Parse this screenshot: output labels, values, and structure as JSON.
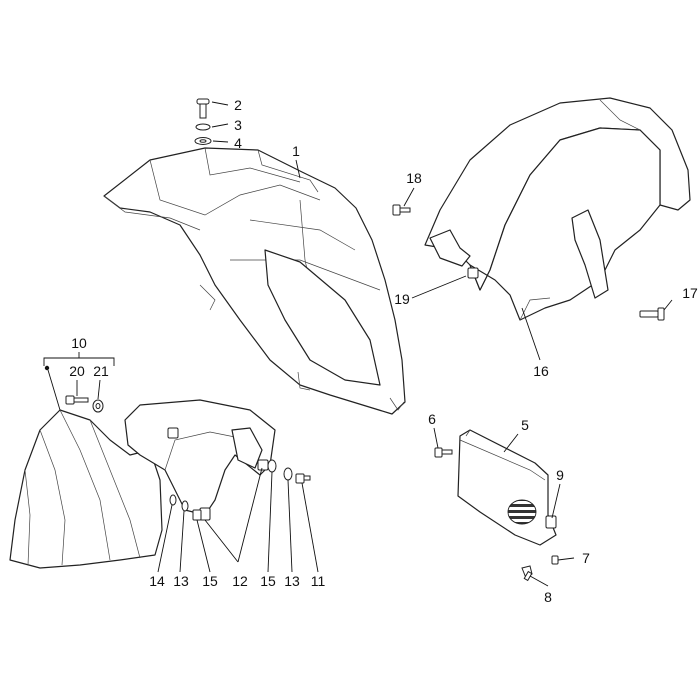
{
  "labels": {
    "l1": "1",
    "l2": "2",
    "l3": "3",
    "l4": "4",
    "l5": "5",
    "l6": "6",
    "l7": "7",
    "l8": "8",
    "l9": "9",
    "l10": "10",
    "l11": "11",
    "l12": "12",
    "l13a": "13",
    "l13b": "13",
    "l14": "14",
    "l15a": "15",
    "l15b": "15",
    "l16": "16",
    "l17": "17",
    "l18": "18",
    "l19": "19",
    "l20": "20",
    "l21": "21"
  }
}
